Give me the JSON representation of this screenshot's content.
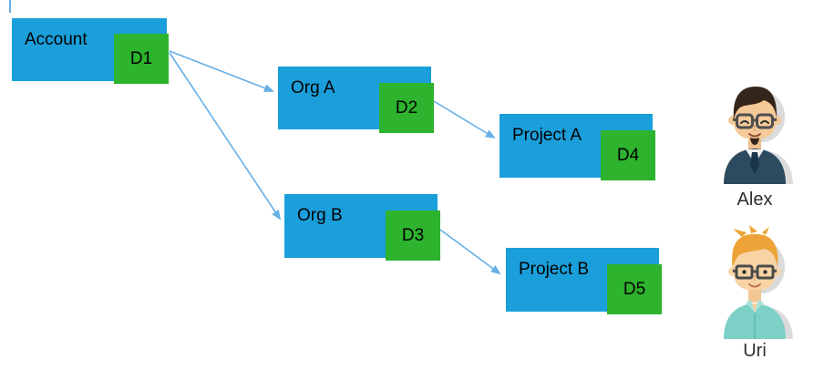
{
  "diagram": {
    "nodes": [
      {
        "id": "account",
        "label": "Account",
        "badge": "D1"
      },
      {
        "id": "org-a",
        "label": "Org A",
        "badge": "D2"
      },
      {
        "id": "project-a",
        "label": "Project A",
        "badge": "D4"
      },
      {
        "id": "org-b",
        "label": "Org B",
        "badge": "D3"
      },
      {
        "id": "project-b",
        "label": "Project B",
        "badge": "D5"
      }
    ],
    "edges": [
      {
        "from": "Account / D1",
        "to": "Org A"
      },
      {
        "from": "Account / D1",
        "to": "Org B"
      },
      {
        "from": "Org A / D2",
        "to": "Project A"
      },
      {
        "from": "Org B / D3",
        "to": "Project B"
      }
    ],
    "colors": {
      "node_fill": "#1B9FDB",
      "badge_fill": "#2DB32D",
      "arrow": "#65B0E6",
      "label_color": "#000000"
    }
  },
  "users": [
    {
      "name": "Alex",
      "avatar_icon": "man-dark-hair-glasses-avatar"
    },
    {
      "name": "Uri",
      "avatar_icon": "man-blond-hair-glasses-avatar"
    }
  ]
}
